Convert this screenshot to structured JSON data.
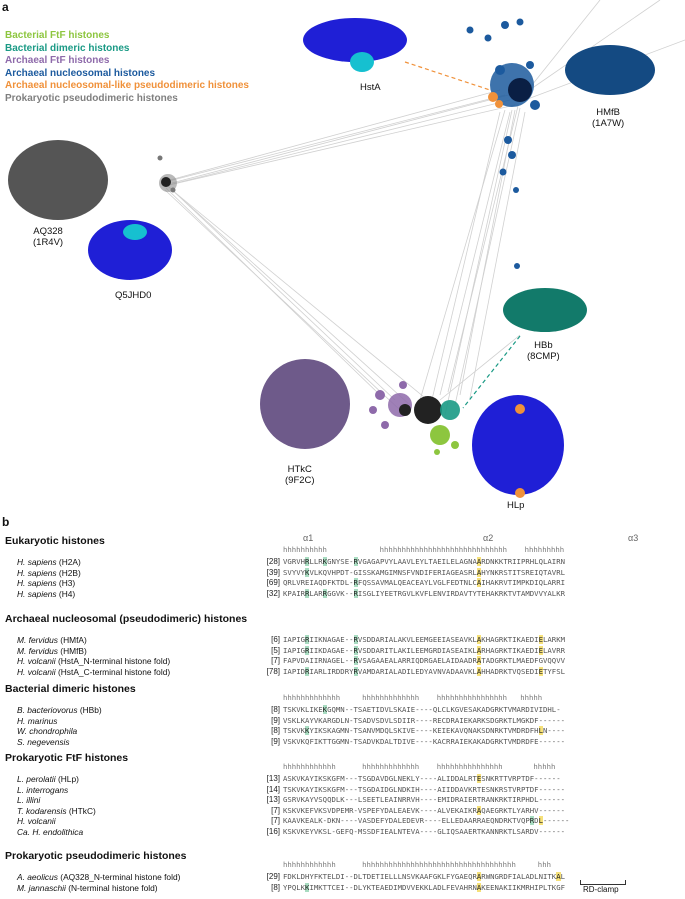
{
  "panel_a": {
    "letter": "a",
    "legend": [
      {
        "label": "Bacterial FtF histones",
        "color": "#8dc63f"
      },
      {
        "label": "Bacterial dimeric histones",
        "color": "#1a9a85"
      },
      {
        "label": "Archaeal FtF histones",
        "color": "#8e6aaa"
      },
      {
        "label": "Archaeal nucleosomal histones",
        "color": "#1c5a9e"
      },
      {
        "label": "Archaeal nucleosomal-like pseudodimeric histones",
        "color": "#f0913a"
      },
      {
        "label": "Prokaryotic pseudodimeric histones",
        "color": "#7f7f7f"
      }
    ],
    "structures": [
      {
        "name": "HstA",
        "code": ""
      },
      {
        "name": "HMfB",
        "code": "(1A7W)"
      },
      {
        "name": "AQ328",
        "code": "(1R4V)"
      },
      {
        "name": "Q5JHD0",
        "code": ""
      },
      {
        "name": "HBb",
        "code": "(8CMP)"
      },
      {
        "name": "HTkC",
        "code": "(9F2C)"
      },
      {
        "name": "HLp",
        "code": ""
      }
    ],
    "colors": {
      "ftf_bacterial": "#8dc63f",
      "dimeric_bacterial": "#1a9a85",
      "ftf_archaeal": "#8e6aaa",
      "nucleosomal": "#1c5a9e",
      "nucleosomal_like": "#f0913a",
      "pseudodimeric": "#7f7f7f",
      "blue_structure": "#1f1fd6",
      "edges": "#c9c9c9"
    }
  },
  "panel_b": {
    "letter": "b",
    "helix_labels": [
      "α1",
      "α2",
      "α3"
    ],
    "ss_row": "hhhhhhhhhh            hhhhhhhhhhhhhhhhhhhhhhhhhhhhh    hhhhhhhhh",
    "sections": [
      {
        "title": "Eukaryotic histones",
        "ss": "hhhhhhhhhh            hhhhhhhhhhhhhhhhhhhhhhhhhhhhh    hhhhhhhhh",
        "rows": [
          {
            "species": "H. sapiens",
            "suffix": "(H2A)",
            "num": "[28]",
            "seq": "VGRVHRLLRKGNYSE-RVGAGAPVYLAAVLEYLTAEILELAGNAARDNKKTRIIPRHLQLAIRN"
          },
          {
            "species": "H. sapiens",
            "suffix": "(H2B)",
            "num": "[39]",
            "seq": "SVYVYKVLKQVHPDT-GISSKAMGIMNSFVNDIFERIAGEASRLAHYNKRSTITSREIQTAVRL"
          },
          {
            "species": "H. sapiens",
            "suffix": "(H3)",
            "num": "[69]",
            "seq": "QRLVREIAQDFKTDL-RFQSSAVMALQEACEAYLVGLFEDTNLCAIHAKRVTIMPKDIQLARRI"
          },
          {
            "species": "H. sapiens",
            "suffix": "(H4)",
            "num": "[32]",
            "seq": "KPAIRRLARRGGVK--RISGLIYEETRGVLKVFLENVIRDAVTYTEHAKRKTVTAMDVVYALKR"
          }
        ]
      },
      {
        "title": "Archaeal nucleosomal (pseudodimeric) histones",
        "ss": "",
        "rows": [
          {
            "species": "M. fervidus",
            "suffix": "(HMfA)",
            "num": "[6]",
            "seq": "IAPIGRIIKNAGAE--RVSDDARIALAKVLEEMGEEIASEAVKLAKHAGRKTIKAEDIELARKM"
          },
          {
            "species": "M. fervidus",
            "suffix": "(HMfB)",
            "num": "[5]",
            "seq": "IAPIGRIIKDAGAE--RVSDDARITLAKILEEMGRDIASEAIKLARHAGRKTIKAEDIELAVRR"
          },
          {
            "species": "H. volcanii",
            "suffix": "(HstA_N-terminal histone fold)",
            "num": "[7]",
            "seq": "FAPVDAIIRNAGEL--RVSAGAAEALARRIQDRGAELAIDAADRATADGRKTLMAEDFGVQQVV"
          },
          {
            "species": "H. volcanii",
            "suffix": "(HstA_C-terminal histone fold)",
            "num": "[78]",
            "seq": "IAPIDRIARLIRDDRYRVAMDARIALADILEDYAVNVADAAVKLAHHADRKTVQSEDIETYFSL"
          }
        ]
      },
      {
        "title": "Bacterial dimeric histones",
        "ss": "hhhhhhhhhhhhh     hhhhhhhhhhhhh    hhhhhhhhhhhhhhhh   hhhhh",
        "rows": [
          {
            "species": "B. bacteriovorus",
            "suffix": "(HBb)",
            "num": "[8]",
            "seq": "TSKVKLIKEKGQMN--TSAETIDVLSKAIE----QLCLKGVESAKADGRKTVMARDIVIDHL-"
          },
          {
            "species": "H. marinus",
            "suffix": "",
            "num": "[9]",
            "seq": "VSKLKAYVKARGDLN-TSADVSDVLSDIIR----RECDRAIEKARKSDGRKTLMGKDF------"
          },
          {
            "species": "W. chondrophila",
            "suffix": "",
            "num": "[8]",
            "seq": "TSKVKKYIKSKAGMN-TSANVMDQLSKIVE----KEIEKAVQNAKSDNRKTVMDRDFHLN----"
          },
          {
            "species": "S. negevensis",
            "suffix": "",
            "num": "[9]",
            "seq": "VSKVKQFIKTTGGMN-TSADVKDALTDIVE----KACRRAIEKAKADGRKTVMDRDFE------"
          }
        ]
      },
      {
        "title": "Prokaryotic FtF histones",
        "ss": "hhhhhhhhhhhh      hhhhhhhhhhhhh    hhhhhhhhhhhhhhh       hhhhh",
        "rows": [
          {
            "species": "L. perolatii",
            "suffix": "(HLp)",
            "num": "[13]",
            "seq": "ASKVKAYIKSKGFM---TSGDAVDGLNEKLY----ALIDDALRTESNKRTTVRPTDF------"
          },
          {
            "species": "L. interrogans",
            "suffix": "",
            "num": "[14]",
            "seq": "TSKVKAYIKSKGFM---TSGDAIDGLNDKIH----AIIDDAVKRTESNKRSTVRPTDF------"
          },
          {
            "species": "L. illini",
            "suffix": "",
            "num": "[13]",
            "seq": "GSRVKAYVSQQDLK---LSEETLEAINRRVH----EMIDRAIERTRANKRKTIRPHDL------"
          },
          {
            "species": "T. kodarensis",
            "suffix": "(HTkC)",
            "num": "[7]",
            "seq": "KSKVKEFVKSVDPEMR-VSPEFYDALEAEVK----ALVEKAIKRAQAEGRKTLYARHV------"
          },
          {
            "species": "H. volcanii",
            "suffix": "",
            "num": "[7]",
            "seq": "KAAVKEALK-DKN----VASDEFYDALEDEVR----ELLEDAARRAEQNDRKTVQPRDL------"
          },
          {
            "species": "Ca. H. endolithica",
            "suffix": "",
            "num": "[16]",
            "seq": "KSKVKEYVKSL-GEFQ-MSSDFIEALNTEVA----GLIQSAAERTKANNRKTLSARDV------"
          }
        ]
      },
      {
        "title": "Prokaryotic pseudodimeric histones",
        "ss": "hhhhhhhhhhhh      hhhhhhhhhhhhhhhhhhhhhhhhhhhhhhhhhhh     hhh",
        "rows": [
          {
            "species": "A. aeolicus",
            "suffix": "(AQ328_N-terminal histone fold)",
            "num": "[29]",
            "seq": "FDKLDHYFKTELDI--DLTDETIELLLNSVKAAFGKLFYGAEQRARWNGRDFIALADLNITKAL"
          },
          {
            "species": "M. jannaschii",
            "suffix": "(N-terminal histone fold)",
            "num": "[8]",
            "seq": "YPQLKKIMKTTCEI--DLYKTEAEDIMDVVEKKLADLFEVAHRNAKEENAKIIKMRHIPLTKGF"
          }
        ]
      }
    ],
    "rd_clamp": "RD-clamp"
  }
}
